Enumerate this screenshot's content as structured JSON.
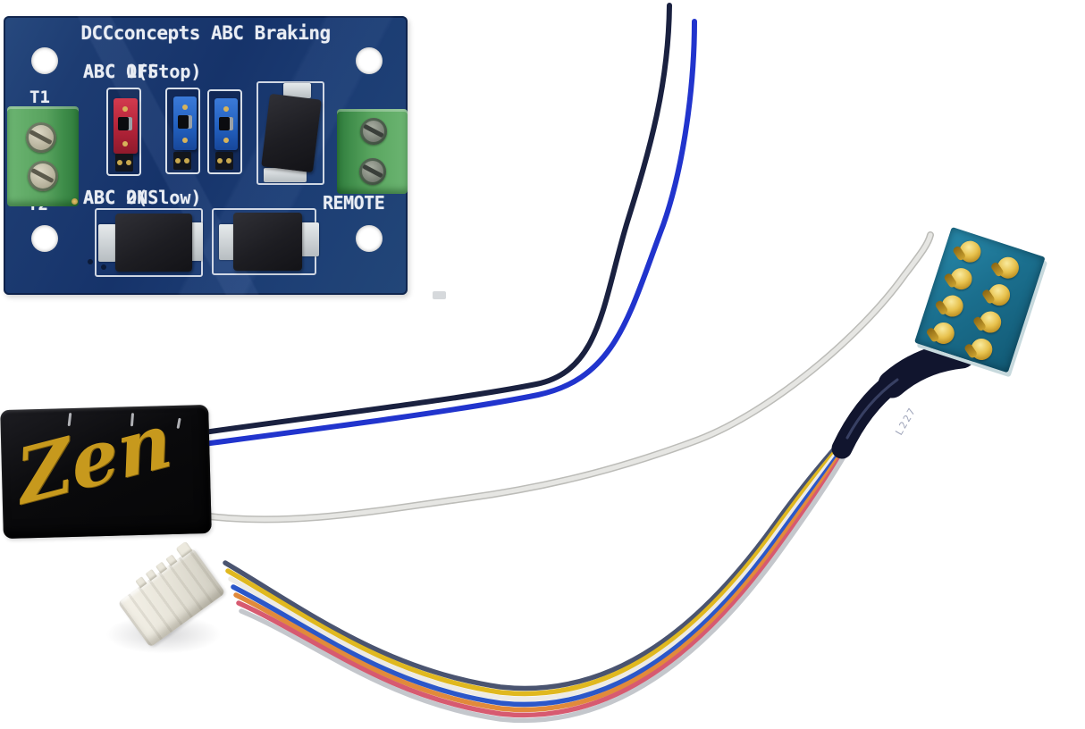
{
  "board": {
    "title": "DCCconcepts ABC Braking",
    "top_row": {
      "left": "ABC OFF",
      "right": "ABC 1(Stop)"
    },
    "bottom_row": {
      "left": "ABC ON",
      "right": "ABC 2(Slow)"
    },
    "terminal_left": {
      "top_label": "T1",
      "bottom_label": "T2"
    },
    "terminal_right": {
      "label": "REMOTE"
    },
    "jumpers": [
      "red",
      "blue",
      "blue"
    ],
    "colors": {
      "pcb_blue": "#1c3c72",
      "silkscreen": "#e9edf4",
      "terminal_green": "#58a25e",
      "jumper_red": "#b32338",
      "jumper_blue": "#2361c0"
    }
  },
  "decoder": {
    "logo": "Zen",
    "logo_color": "#c7991d",
    "body_color": "#0a0a0c"
  },
  "plug": {
    "pin_count": 8,
    "sleeve_marking": "L227",
    "pcb_color": "#1b6f8e",
    "pin_gold": "#e7c14d"
  },
  "wires": {
    "black": "#1a2140",
    "blue": "#2134cd",
    "white": "#e6e6e3",
    "white_outline": "#bcbcb8",
    "harness": [
      "#4a5470",
      "#e0b81f",
      "#edebe5",
      "#2b57c9",
      "#e18a3b",
      "#d75a70",
      "#c4c7cc"
    ],
    "sleeve": "#11152e",
    "sleeve_highlight": "#5a6490"
  }
}
